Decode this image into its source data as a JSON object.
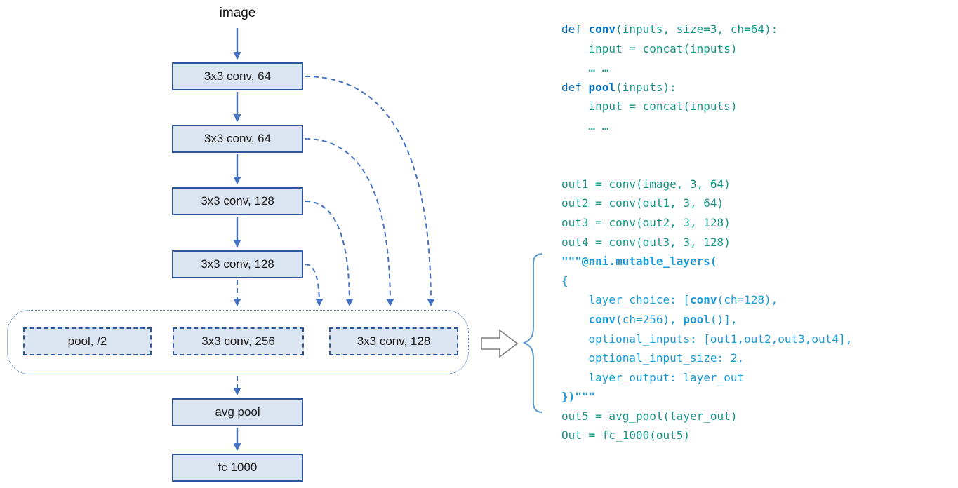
{
  "diagram": {
    "input_label": "image",
    "layers": [
      {
        "label": "3x3 conv, 64"
      },
      {
        "label": "3x3 conv, 64"
      },
      {
        "label": "3x3 conv, 128"
      },
      {
        "label": "3x3 conv, 128"
      }
    ],
    "choice_layers": [
      {
        "label": "pool, /2"
      },
      {
        "label": "3x3 conv, 256"
      },
      {
        "label": "3x3 conv, 128"
      }
    ],
    "output_layers": [
      {
        "label": "avg pool"
      },
      {
        "label": "fc 1000"
      }
    ]
  },
  "code": {
    "lines": [
      {
        "segments": [
          {
            "t": "def ",
            "c": "blue"
          },
          {
            "t": "conv",
            "c": "blueb"
          },
          {
            "t": "(inputs, size=3, ch=64):",
            "c": "teal"
          }
        ]
      },
      {
        "segments": [
          {
            "t": "    input = concat(inputs)",
            "c": "teal"
          }
        ]
      },
      {
        "segments": [
          {
            "t": "    … …",
            "c": "teal"
          }
        ]
      },
      {
        "segments": [
          {
            "t": "def ",
            "c": "blue"
          },
          {
            "t": "pool",
            "c": "blueb"
          },
          {
            "t": "(inputs):",
            "c": "teal"
          }
        ]
      },
      {
        "segments": [
          {
            "t": "    input = concat(inputs)",
            "c": "teal"
          }
        ]
      },
      {
        "segments": [
          {
            "t": "    … …",
            "c": "teal"
          }
        ]
      },
      {
        "segments": []
      },
      {
        "segments": []
      },
      {
        "segments": [
          {
            "t": "out1 = conv(image, 3, 64)",
            "c": "teal"
          }
        ]
      },
      {
        "segments": [
          {
            "t": "out2 = conv(out1, 3, 64)",
            "c": "teal"
          }
        ]
      },
      {
        "segments": [
          {
            "t": "out3 = conv(out2, 3, 128)",
            "c": "teal"
          }
        ]
      },
      {
        "segments": [
          {
            "t": "out4 = conv(out3, 3, 128)",
            "c": "teal"
          }
        ]
      },
      {
        "segments": [
          {
            "t": "\"\"\"@nni.mutable_layers(",
            "c": "mub"
          }
        ]
      },
      {
        "segments": [
          {
            "t": "{",
            "c": "mu"
          }
        ]
      },
      {
        "segments": [
          {
            "t": "    layer_choice: [",
            "c": "mu"
          },
          {
            "t": "conv",
            "c": "mub"
          },
          {
            "t": "(ch=128),",
            "c": "mu"
          }
        ]
      },
      {
        "segments": [
          {
            "t": "    ",
            "c": "mu"
          },
          {
            "t": "conv",
            "c": "mub"
          },
          {
            "t": "(ch=256), ",
            "c": "mu"
          },
          {
            "t": "pool",
            "c": "mub"
          },
          {
            "t": "()],",
            "c": "mu"
          }
        ]
      },
      {
        "segments": [
          {
            "t": "    optional_inputs: [out1,out2,out3,out4],",
            "c": "mu"
          }
        ]
      },
      {
        "segments": [
          {
            "t": "    optional_input_size: 2,",
            "c": "mu"
          }
        ]
      },
      {
        "segments": [
          {
            "t": "    layer_output: layer_out",
            "c": "mu"
          }
        ]
      },
      {
        "segments": [
          {
            "t": "})\"\"\"",
            "c": "mub"
          }
        ]
      },
      {
        "segments": [
          {
            "t": "out5 = avg_pool(layer_out)",
            "c": "teal"
          }
        ]
      },
      {
        "segments": [
          {
            "t": "Out = fc_1000(out5)",
            "c": "teal"
          }
        ]
      }
    ]
  },
  "colors": {
    "box-fill": "#dbe5f1",
    "box-border": "#2f5597",
    "arrow-blue": "#4472c4",
    "code-teal": "#159588",
    "keyword-blue": "#0070c0",
    "mutable-blue": "#189bdc",
    "brace-blue": "#5b9bd5",
    "transform-arrow-gray": "#7f7f7f"
  }
}
